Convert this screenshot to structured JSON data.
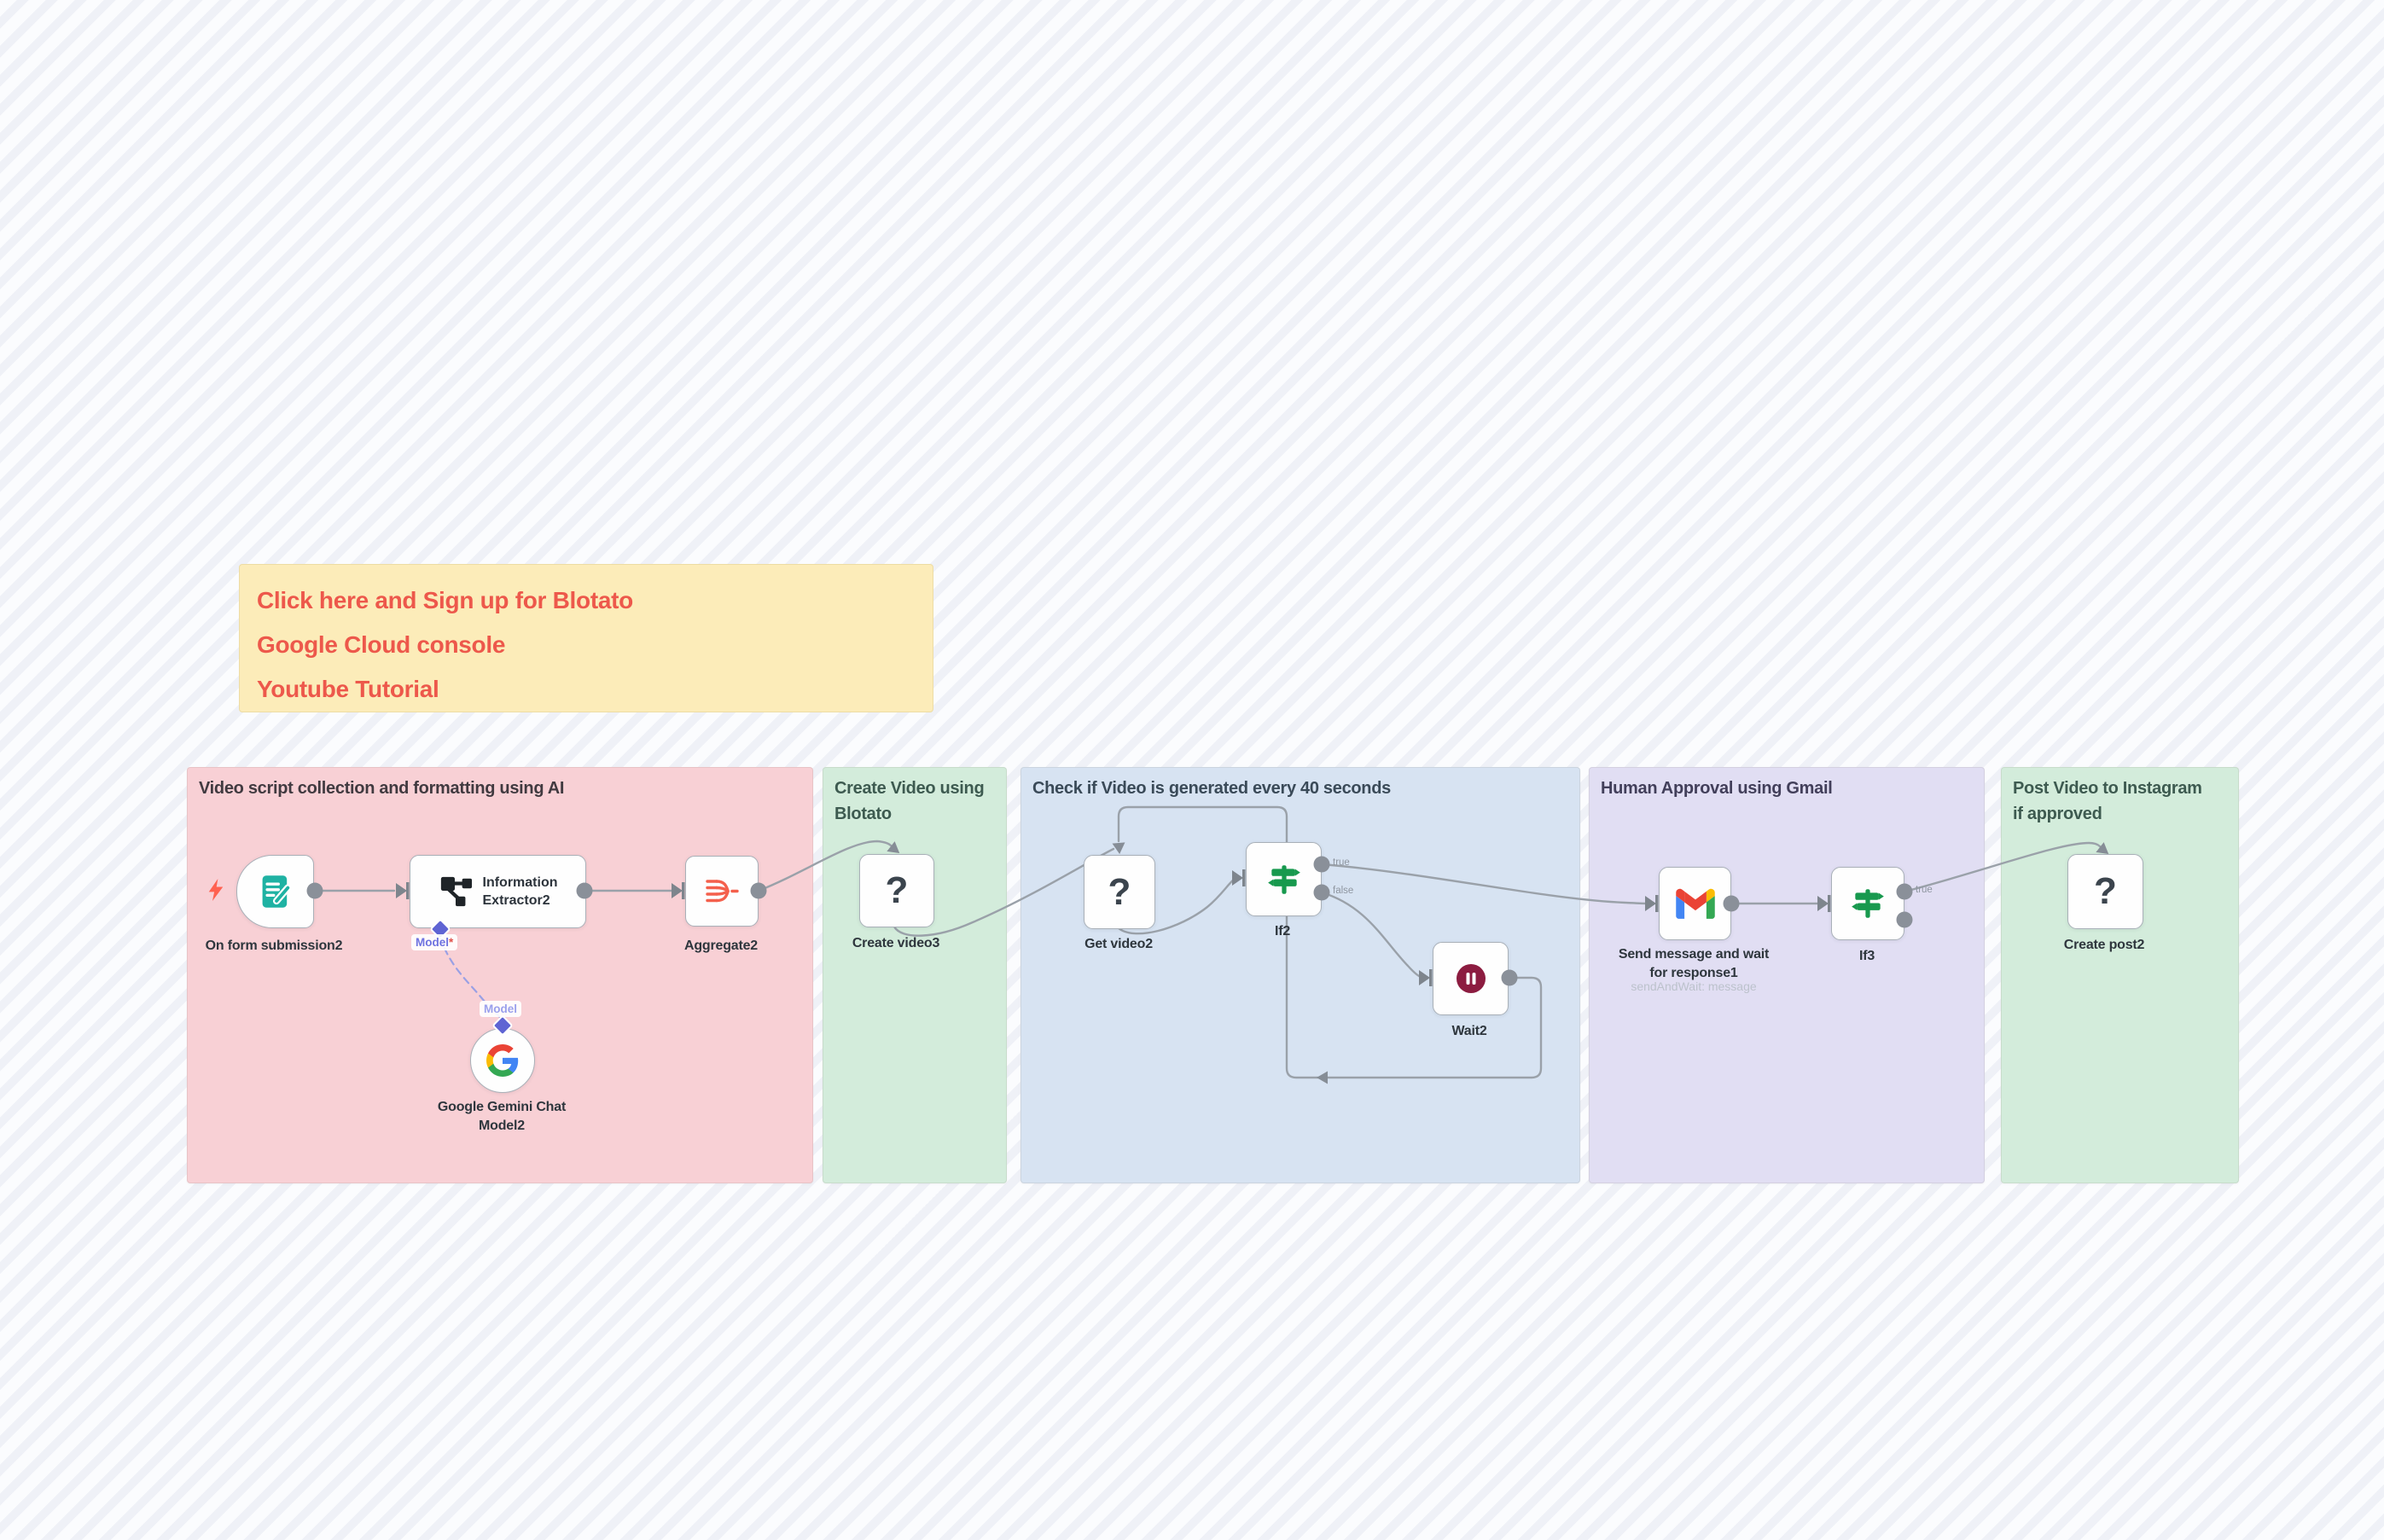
{
  "canvas": {
    "stripe_light": "#fbfcfe",
    "stripe_dark": "#eff1f7"
  },
  "note": {
    "bg": "#fcecb9",
    "link_color": "#ed584b",
    "links": [
      "Click here and Sign up for Blotato",
      "Google Cloud console",
      "Youtube Tutorial"
    ]
  },
  "sections": [
    {
      "title": "Video script collection and formatting using AI",
      "bg": "#f8d0d5",
      "title_color": "#413a40"
    },
    {
      "title": "Create Video using\nBlotato",
      "bg": "#d3ecdb",
      "title_color": "#3d5a50"
    },
    {
      "title": "Check if Video is generated every 40 seconds",
      "bg": "#d7e3f2",
      "title_color": "#3a4a58"
    },
    {
      "title": "Human Approval using Gmail",
      "bg": "#e1def3",
      "title_color": "#423f5a"
    },
    {
      "title": "Post Video to Instagram\nif approved",
      "bg": "#d3ecdb",
      "title_color": "#3d5a50"
    }
  ],
  "nodes": {
    "form": {
      "label": "On form submission2"
    },
    "extractor": {
      "title": "Information\nExtractor2"
    },
    "aggregate": {
      "label": "Aggregate2"
    },
    "create_video": {
      "label": "Create video3",
      "glyph": "?"
    },
    "get_video": {
      "label": "Get video2",
      "glyph": "?"
    },
    "if2": {
      "label": "If2",
      "out_true": "true",
      "out_false": "false"
    },
    "wait": {
      "label": "Wait2"
    },
    "gmail": {
      "label": "Send message and wait\nfor response1",
      "subtitle": "sendAndWait: message"
    },
    "if3": {
      "label": "If3",
      "out_true": "true"
    },
    "create_post": {
      "label": "Create post2",
      "glyph": "?"
    },
    "gemini": {
      "label": "Google Gemini Chat\nModel2"
    }
  },
  "connectors": {
    "model_required": "Model",
    "required_mark": "*",
    "model": "Model"
  },
  "colors": {
    "wire": "#9aa1a9",
    "port": "#8a9099",
    "input_arrow": "#7e858d",
    "if_icon": "#17994e",
    "aggregate_icon": "#f4604c",
    "form_icon": "#1fb2a3",
    "wait_icon": "#8c1c40",
    "bolt": "#ff6150",
    "model_diamond": "#5f64d3"
  }
}
